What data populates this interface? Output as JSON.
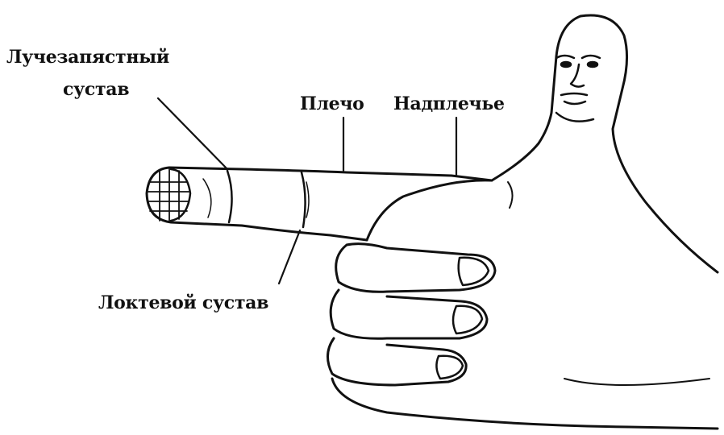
{
  "labels": {
    "wrist_line1": "Лучезапястный",
    "wrist_line2": "сустав",
    "shoulder": "Плечо",
    "upper_shoulder": "Надплечье",
    "elbow": "Локтевой сустав"
  },
  "colors": {
    "ink": "#111111",
    "background": "#ffffff"
  }
}
